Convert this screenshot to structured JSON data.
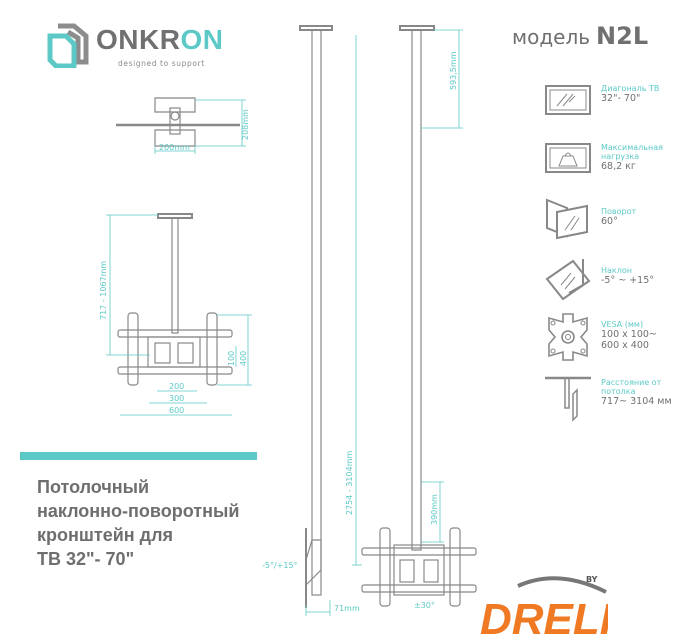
{
  "brand": {
    "name_part1": "ONKR",
    "name_part2": "ON",
    "tagline": "designed to support"
  },
  "model": {
    "label": "модель",
    "code": "N2L"
  },
  "specs": [
    {
      "key": "Диагональ ТВ",
      "value": "32\"- 70\"",
      "icon": "tv-diagonal-icon"
    },
    {
      "key": "Максимальная нагрузка",
      "value": "68,2 кг",
      "icon": "weight-load-icon"
    },
    {
      "key": "Поворот",
      "value": "60°",
      "icon": "swivel-icon"
    },
    {
      "key": "Наклон",
      "value": "-5° ~ +15°",
      "icon": "tilt-icon"
    },
    {
      "key": "VESA (мм)",
      "value": "100 x 100~ 600 x 400",
      "icon": "vesa-icon"
    },
    {
      "key": "Расстояние от потолка",
      "value": "717~ 3104 мм",
      "icon": "ceiling-distance-icon"
    }
  ],
  "title": {
    "line1": "Потолочный",
    "line2": "наклонно-поворотный",
    "line3": "кронштейн для",
    "line4": "ТВ 32\"- 70\""
  },
  "dimensions": {
    "top_height": "208mm",
    "top_width": "200mm",
    "front_drop": "717 - 1067mm",
    "vesa_w1": "200",
    "vesa_w2": "300",
    "vesa_w3": "600",
    "vesa_h1": "100",
    "vesa_h2": "400",
    "ext_top": "593,5mm",
    "ext_total": "2754 - 3104mm",
    "ext_390": "390mm",
    "tilt": "-5°/+15°",
    "depth": "71mm",
    "swivel": "±30°"
  },
  "retailer": {
    "name": "DRELI",
    "by": "BY"
  },
  "colors": {
    "accent": "#5cc9c6",
    "text": "#707070",
    "retailer": "#f07a23"
  }
}
